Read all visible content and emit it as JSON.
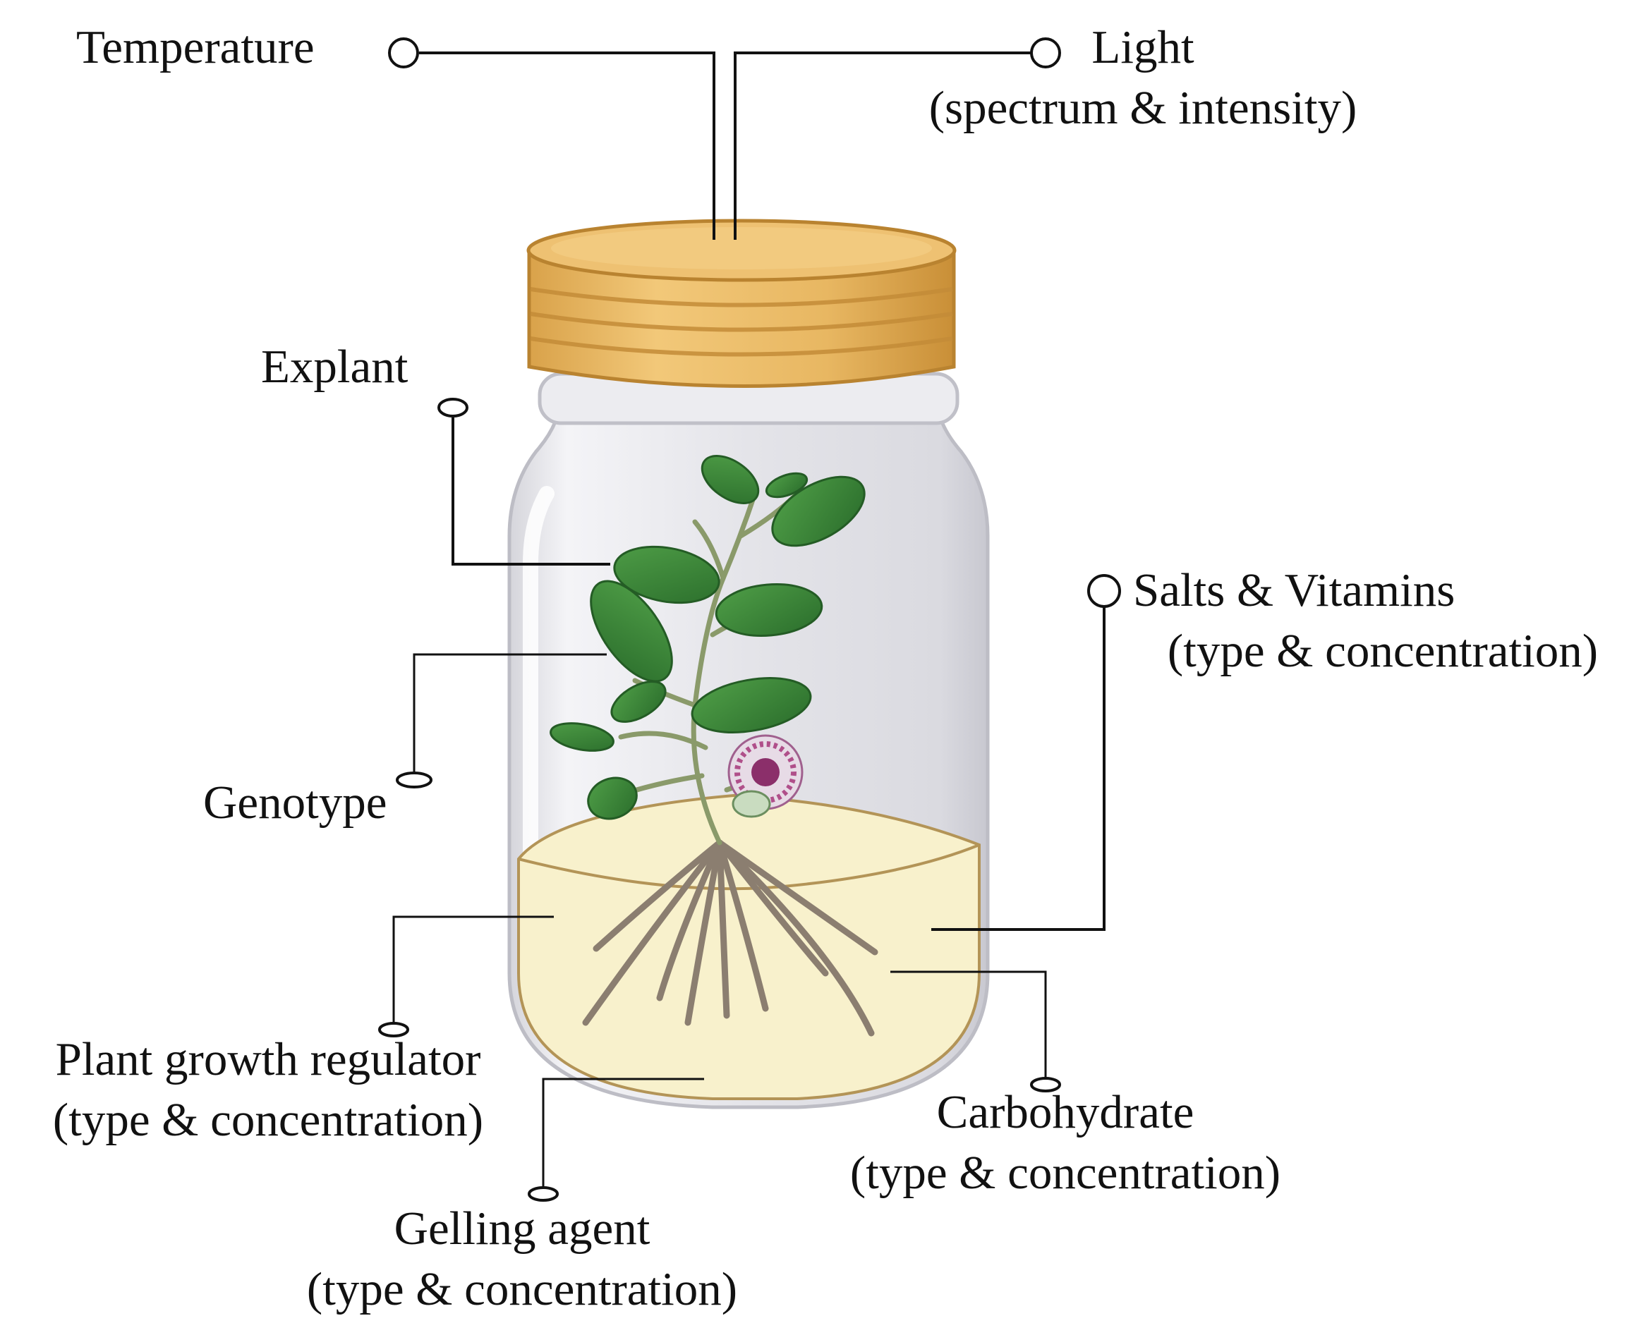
{
  "labels": {
    "temperature": "Temperature",
    "light": {
      "line1": "Light",
      "line2": "(spectrum & intensity)"
    },
    "explant": "Explant",
    "genotype": "Genotype",
    "salts_vitamins": {
      "line1": "Salts & Vitamins",
      "line2": "(type & concentration)"
    },
    "plant_growth_regulator": {
      "line1": "Plant growth regulator",
      "line2": "(type & concentration)"
    },
    "carbohydrate": {
      "line1": "Carbohydrate",
      "line2": "(type & concentration)"
    },
    "gelling_agent": {
      "line1": "Gelling agent",
      "line2": "(type & concentration)"
    }
  },
  "colors": {
    "lid": "#e9b75a",
    "lid_dark": "#c9923a",
    "glass": "#e6e6ea",
    "glass_edge": "#c4c4cc",
    "medium": "#f8f2cf",
    "medium_edge": "#b89a5a",
    "leaf": "#3f8f3c",
    "leaf_dark": "#2a6b2a",
    "stem": "#b9b3a0",
    "root": "#8e8274",
    "flower": "#b04f8a",
    "leader_line": "#111111"
  }
}
